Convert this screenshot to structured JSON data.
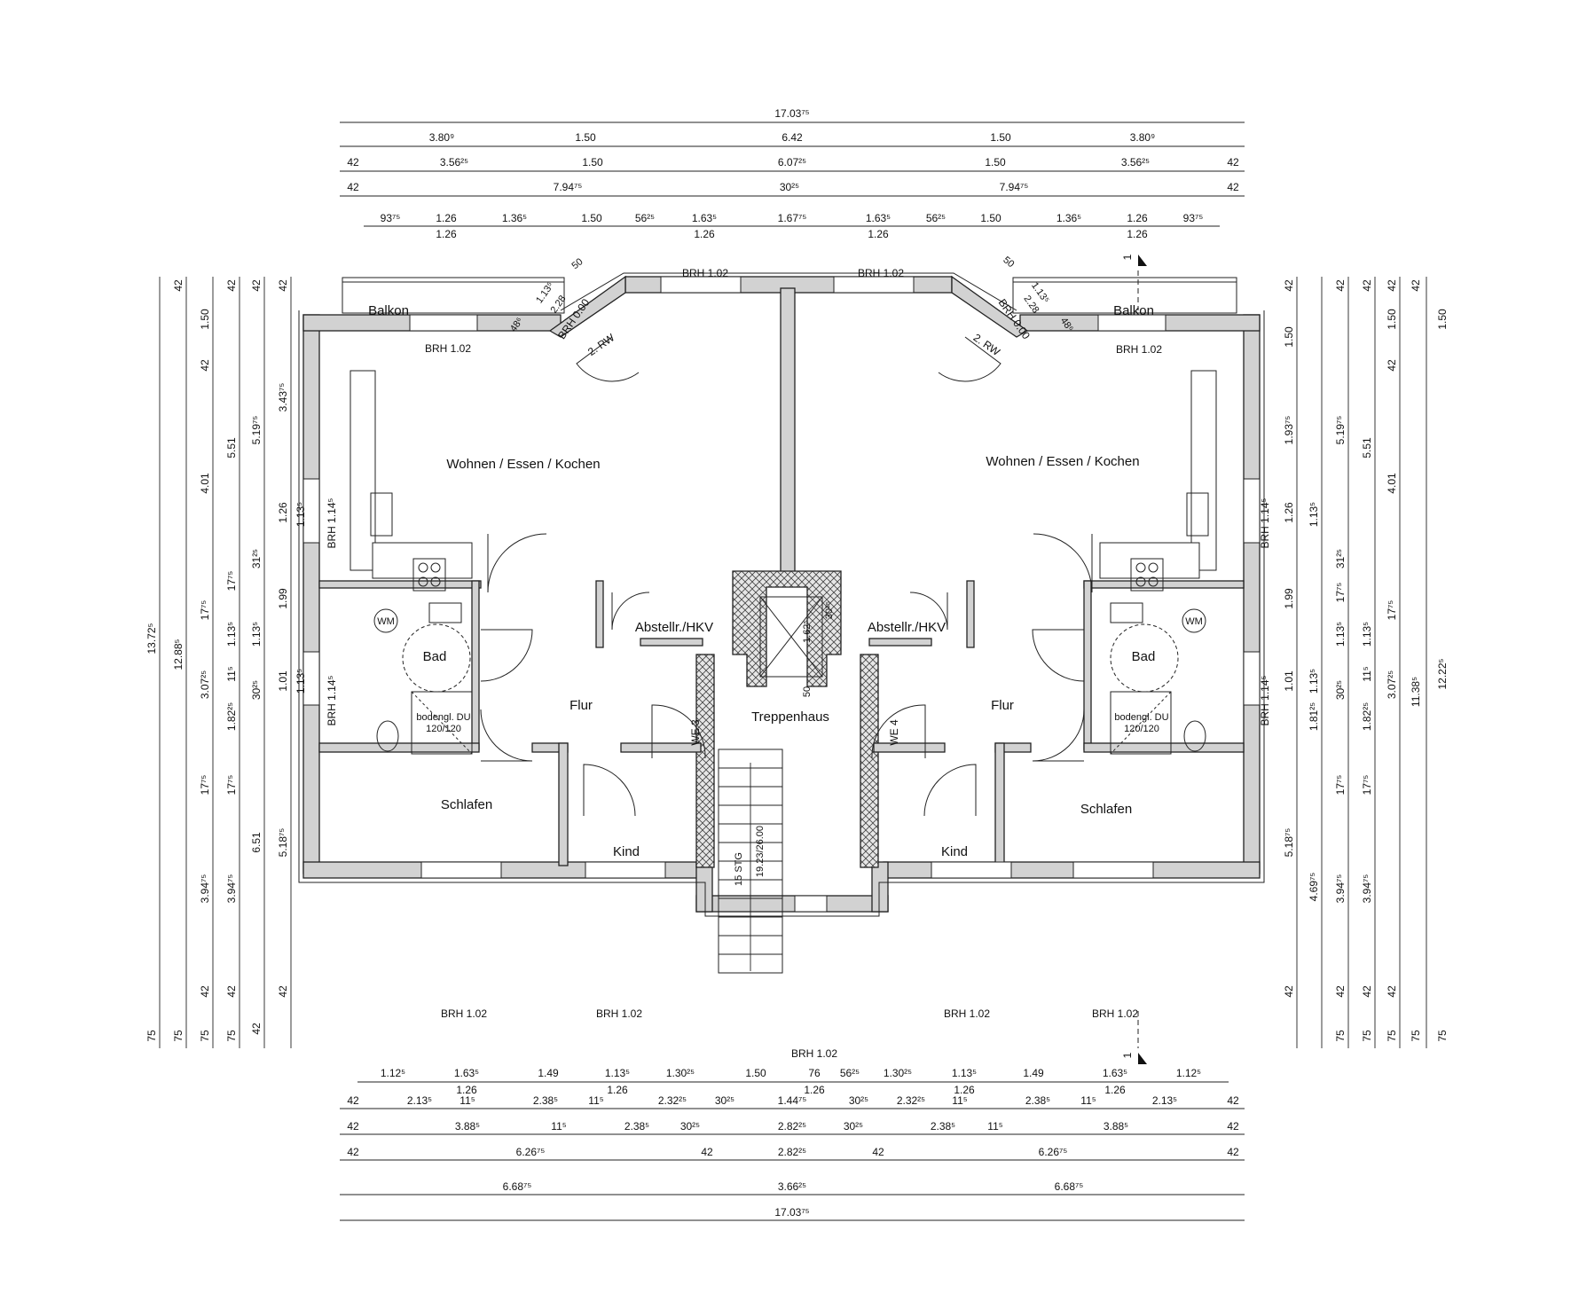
{
  "colors": {
    "wall": "#d2d2d2",
    "line": "#222222",
    "background": "#ffffff"
  },
  "rooms": {
    "balkon_left": "Balkon",
    "balkon_right": "Balkon",
    "wohnen_left": "Wohnen / Essen / Kochen",
    "wohnen_right": "Wohnen / Essen / Kochen",
    "bad_left": "Bad",
    "bad_right": "Bad",
    "flur_left": "Flur",
    "flur_right": "Flur",
    "abstell_left": "Abstellr./HKV",
    "abstell_right": "Abstellr./HKV",
    "treppenhaus": "Treppenhaus",
    "schlafen_left": "Schlafen",
    "schlafen_right": "Schlafen",
    "kind_left": "Kind",
    "kind_right": "Kind"
  },
  "labels": {
    "brh_102": "BRH 1.02",
    "brh_1145": "BRH 1.14⁵",
    "brh_000": "BRH 0.00",
    "rw": "2. RW",
    "wm": "WM",
    "shower_line1": "bodengl. DU",
    "shower_line2": "120/120",
    "we3": "WE 3",
    "we4": "WE 4",
    "stairs_count": "15 STG",
    "stairs_ratio": "19.23/26.00",
    "section_mark": "1",
    "bal_50": "50",
    "bal_113": "1.13⁵",
    "bal_228": "2.28",
    "bal_48": "48⁶",
    "shaft_162": "1.62⁵",
    "shaft_30": "30²⁵",
    "shaft_50": "50"
  },
  "dims": {
    "top1": [
      "17.03⁷⁵"
    ],
    "top2": [
      "3.80⁹",
      "1.50",
      "6.42",
      "1.50",
      "3.80⁹"
    ],
    "top3": [
      "42",
      "3.56²⁵",
      "1.50",
      "6.07²⁵",
      "1.50",
      "3.56²⁵",
      "42"
    ],
    "top4": [
      "42",
      "7.94⁷⁵",
      "30²⁵",
      "7.94⁷⁵",
      "42"
    ],
    "top5": [
      "93⁷⁵",
      "1.26",
      "1.36⁵",
      "1.50",
      "56²⁵",
      "1.63⁵",
      "1.67⁷⁵",
      "1.63⁵",
      "56²⁵",
      "1.50",
      "1.36⁵",
      "1.26",
      "93⁷⁵"
    ],
    "top5_sub": [
      "1.26",
      "1.26",
      "1.26",
      "1.26"
    ],
    "bot1": [
      "1.12⁵",
      "1.63⁵",
      "1.49",
      "1.13⁵",
      "1.30²⁵",
      "1.50",
      "76",
      "56²⁵",
      "1.30²⁵",
      "1.13⁵",
      "1.49",
      "1.63⁵",
      "1.12⁵"
    ],
    "bot1_sub": [
      "1.26",
      "1.26",
      "1.26",
      "1.26",
      "1.26"
    ],
    "bot2": [
      "42",
      "2.13⁵",
      "11⁵",
      "2.38⁵",
      "11⁵",
      "2.32²⁵",
      "30²⁵",
      "1.44⁷⁵",
      "30²⁵",
      "2.32²⁵",
      "11⁵",
      "2.38⁵",
      "11⁵",
      "2.13⁵",
      "42"
    ],
    "bot3": [
      "42",
      "3.88⁵",
      "11⁵",
      "2.38⁵",
      "30²⁵",
      "2.82²⁵",
      "30²⁵",
      "2.38⁵",
      "11⁵",
      "3.88⁵",
      "42"
    ],
    "bot4": [
      "42",
      "6.26⁷⁵",
      "42",
      "2.82²⁵",
      "42",
      "6.26⁷⁵",
      "42"
    ],
    "bot5": [
      "6.68⁷⁵",
      "3.66²⁵",
      "6.68⁷⁵"
    ],
    "bot6": [
      "17.03⁷⁵"
    ],
    "left1": [
      "13.72⁵",
      "75"
    ],
    "left2": [
      "42",
      "12.88⁵",
      "75"
    ],
    "left3": [
      "1.50",
      "42",
      "4.01",
      "17⁷⁵",
      "3.07²⁵",
      "17⁷⁵",
      "3.94⁷⁵",
      "42",
      "75"
    ],
    "left4": [
      "42",
      "5.51",
      "17⁷⁵",
      "1.13⁵",
      "11⁵",
      "1.82²⁵",
      "17⁷⁵",
      "3.94⁷⁵",
      "42",
      "75"
    ],
    "left5": [
      "42",
      "5.19⁷⁵",
      "31²⁵",
      "1.13⁵",
      "30²⁵",
      "6.51",
      "42"
    ],
    "left6": [
      "42",
      "3.43⁷⁵",
      "1.26",
      "1.99",
      "1.01",
      "5.18⁷⁵",
      "42"
    ],
    "left7": [
      "1.13⁵",
      "1.13⁵"
    ],
    "right1": [
      "42",
      "1.50",
      "1.93⁷⁵",
      "1.26",
      "1.99",
      "1.01",
      "5.18⁷⁵",
      "42"
    ],
    "right2": [
      "1.13⁵",
      "1.13⁵",
      "1.81²⁵",
      "4.69⁷⁵"
    ],
    "right3": [
      "42",
      "5.19⁷⁵",
      "31²⁵",
      "17⁷⁵",
      "1.13⁵",
      "30²⁵",
      "17⁷⁵",
      "3.94⁷⁵",
      "42",
      "75"
    ],
    "right4": [
      "42",
      "5.51",
      "1.13⁵",
      "11⁵",
      "1.82²⁵",
      "17⁷⁵",
      "3.94⁷⁵",
      "42",
      "75"
    ],
    "right5": [
      "42",
      "1.50",
      "42",
      "4.01",
      "17⁷⁵",
      "3.07²⁵",
      "42",
      "75"
    ],
    "right6": [
      "42",
      "11.38⁵",
      "75"
    ],
    "right7": [
      "1.50",
      "12.22⁵",
      "75"
    ]
  }
}
